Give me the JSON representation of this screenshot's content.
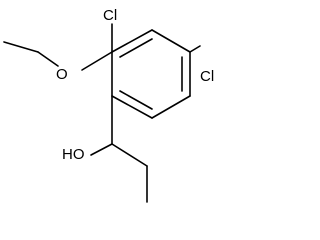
{
  "molecule": {
    "atom_labels": {
      "cl_top": "Cl",
      "cl_right": "Cl",
      "oxygen_ether": "O",
      "hydroxyl": "HO"
    }
  },
  "colors": {
    "bond": "#000000",
    "label": "#000000",
    "background": "#ffffff"
  }
}
